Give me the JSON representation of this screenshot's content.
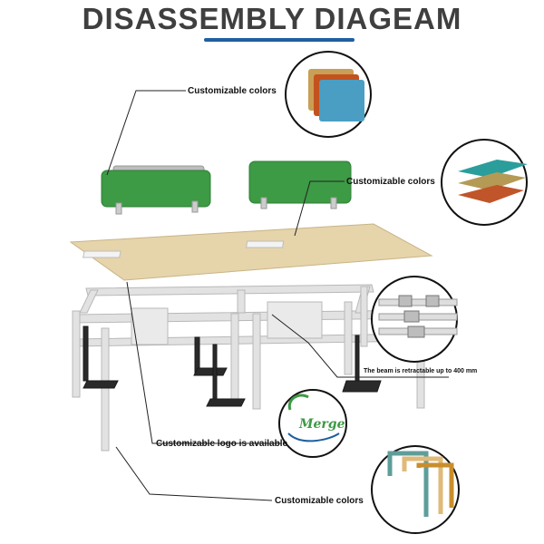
{
  "title": "DISASSEMBLY DIAGEAM",
  "accent_color": "#1f5f9e",
  "callouts": {
    "divider_colors": "Customizable colors",
    "top_colors": "Customizable colors",
    "beam_note": "The beam is retractable up to 400 mm",
    "logo_note": "Customizable logo is available",
    "frame_colors": "Customizable colors"
  },
  "logo": {
    "text": "Merge"
  },
  "swatches": {
    "fabric": [
      "#c99f55",
      "#c2531e",
      "#4a9ec4"
    ],
    "laminate": [
      "#2b9e9c",
      "#b59a55",
      "#c0552a"
    ],
    "frame": [
      "#5e9e9a",
      "#e0ba78",
      "#c98e2c"
    ]
  },
  "palette": {
    "divider_green": "#3d9a45",
    "desktop": "#e6d4ab",
    "frame": "#dcdcdc",
    "foot": "#2a2a2a"
  }
}
